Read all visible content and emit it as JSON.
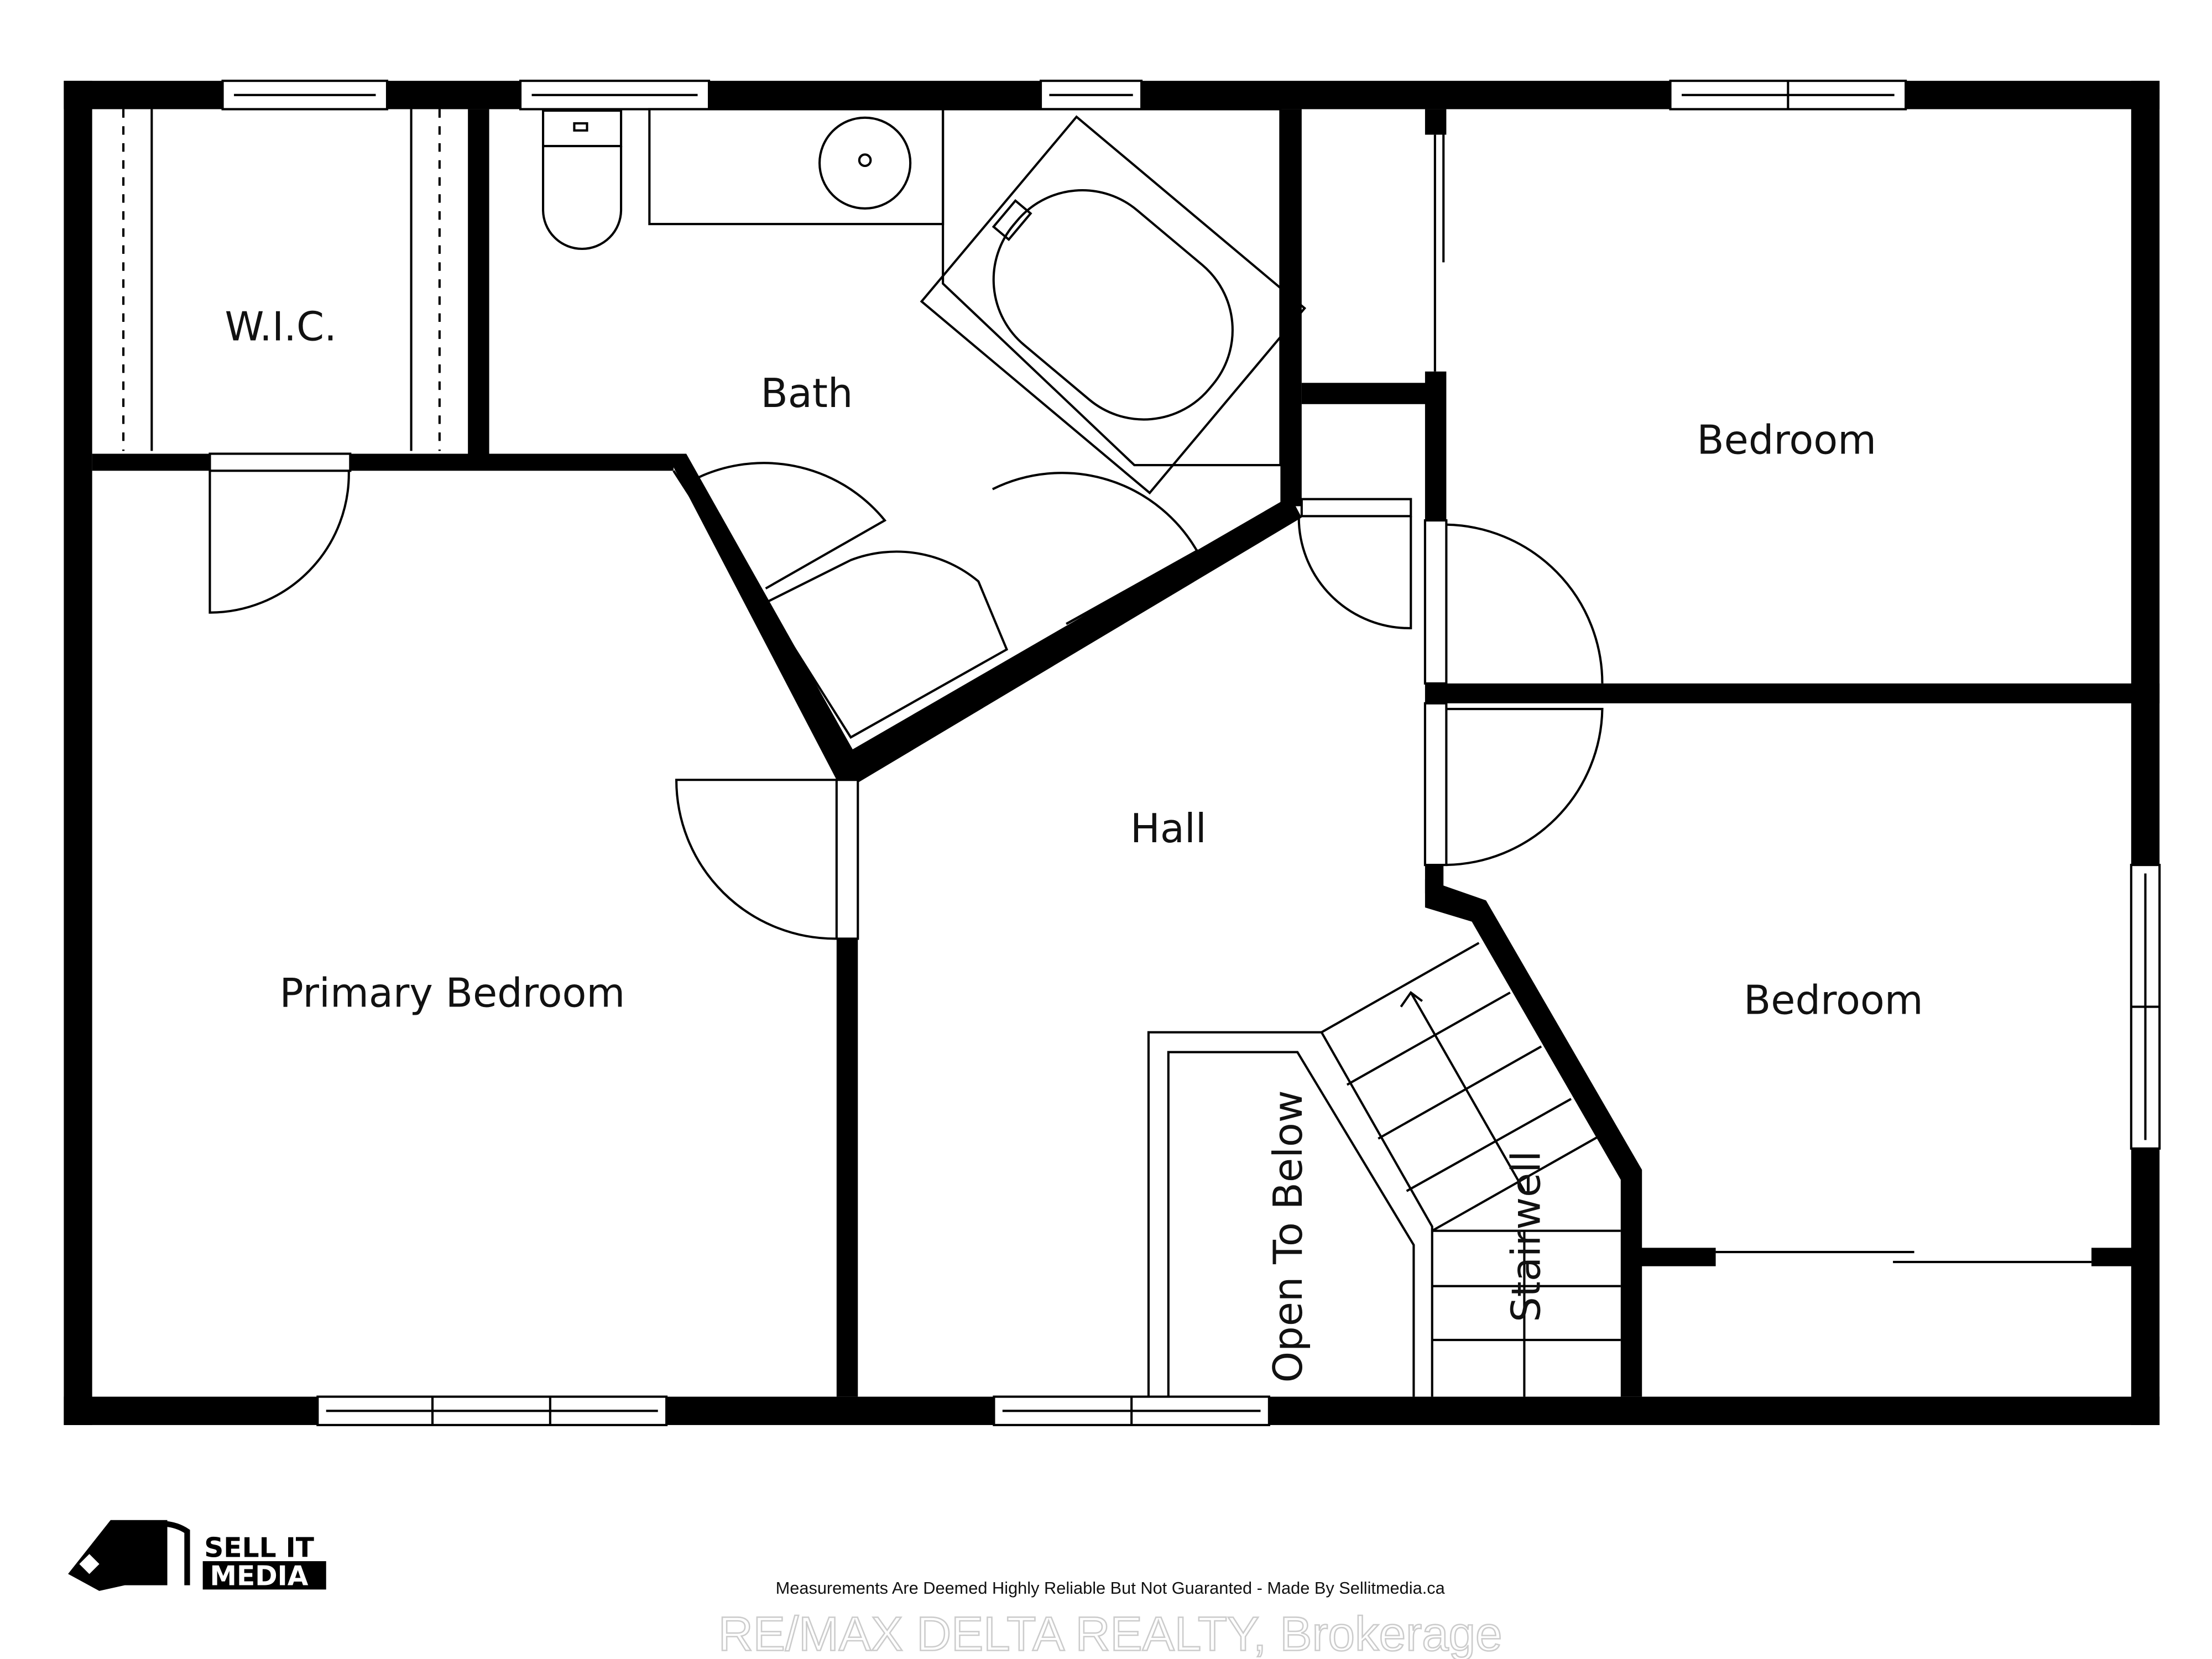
{
  "rooms": {
    "wic": "W.I.C.",
    "bath": "Bath",
    "bedroom_top": "Bedroom",
    "hall": "Hall",
    "primary": "Primary Bedroom",
    "bedroom_bottom": "Bedroom",
    "open_below": "Open To Below",
    "stairwell": "Stairwell"
  },
  "footer": {
    "disclaimer": "Measurements Are Deemed Highly Reliable But Not Guaranted - Made By Sellitmedia.ca",
    "watermark": "RE/MAX DELTA REALTY, Brokerage",
    "logo_line1": "SELL IT",
    "logo_line2": "MEDIA"
  }
}
